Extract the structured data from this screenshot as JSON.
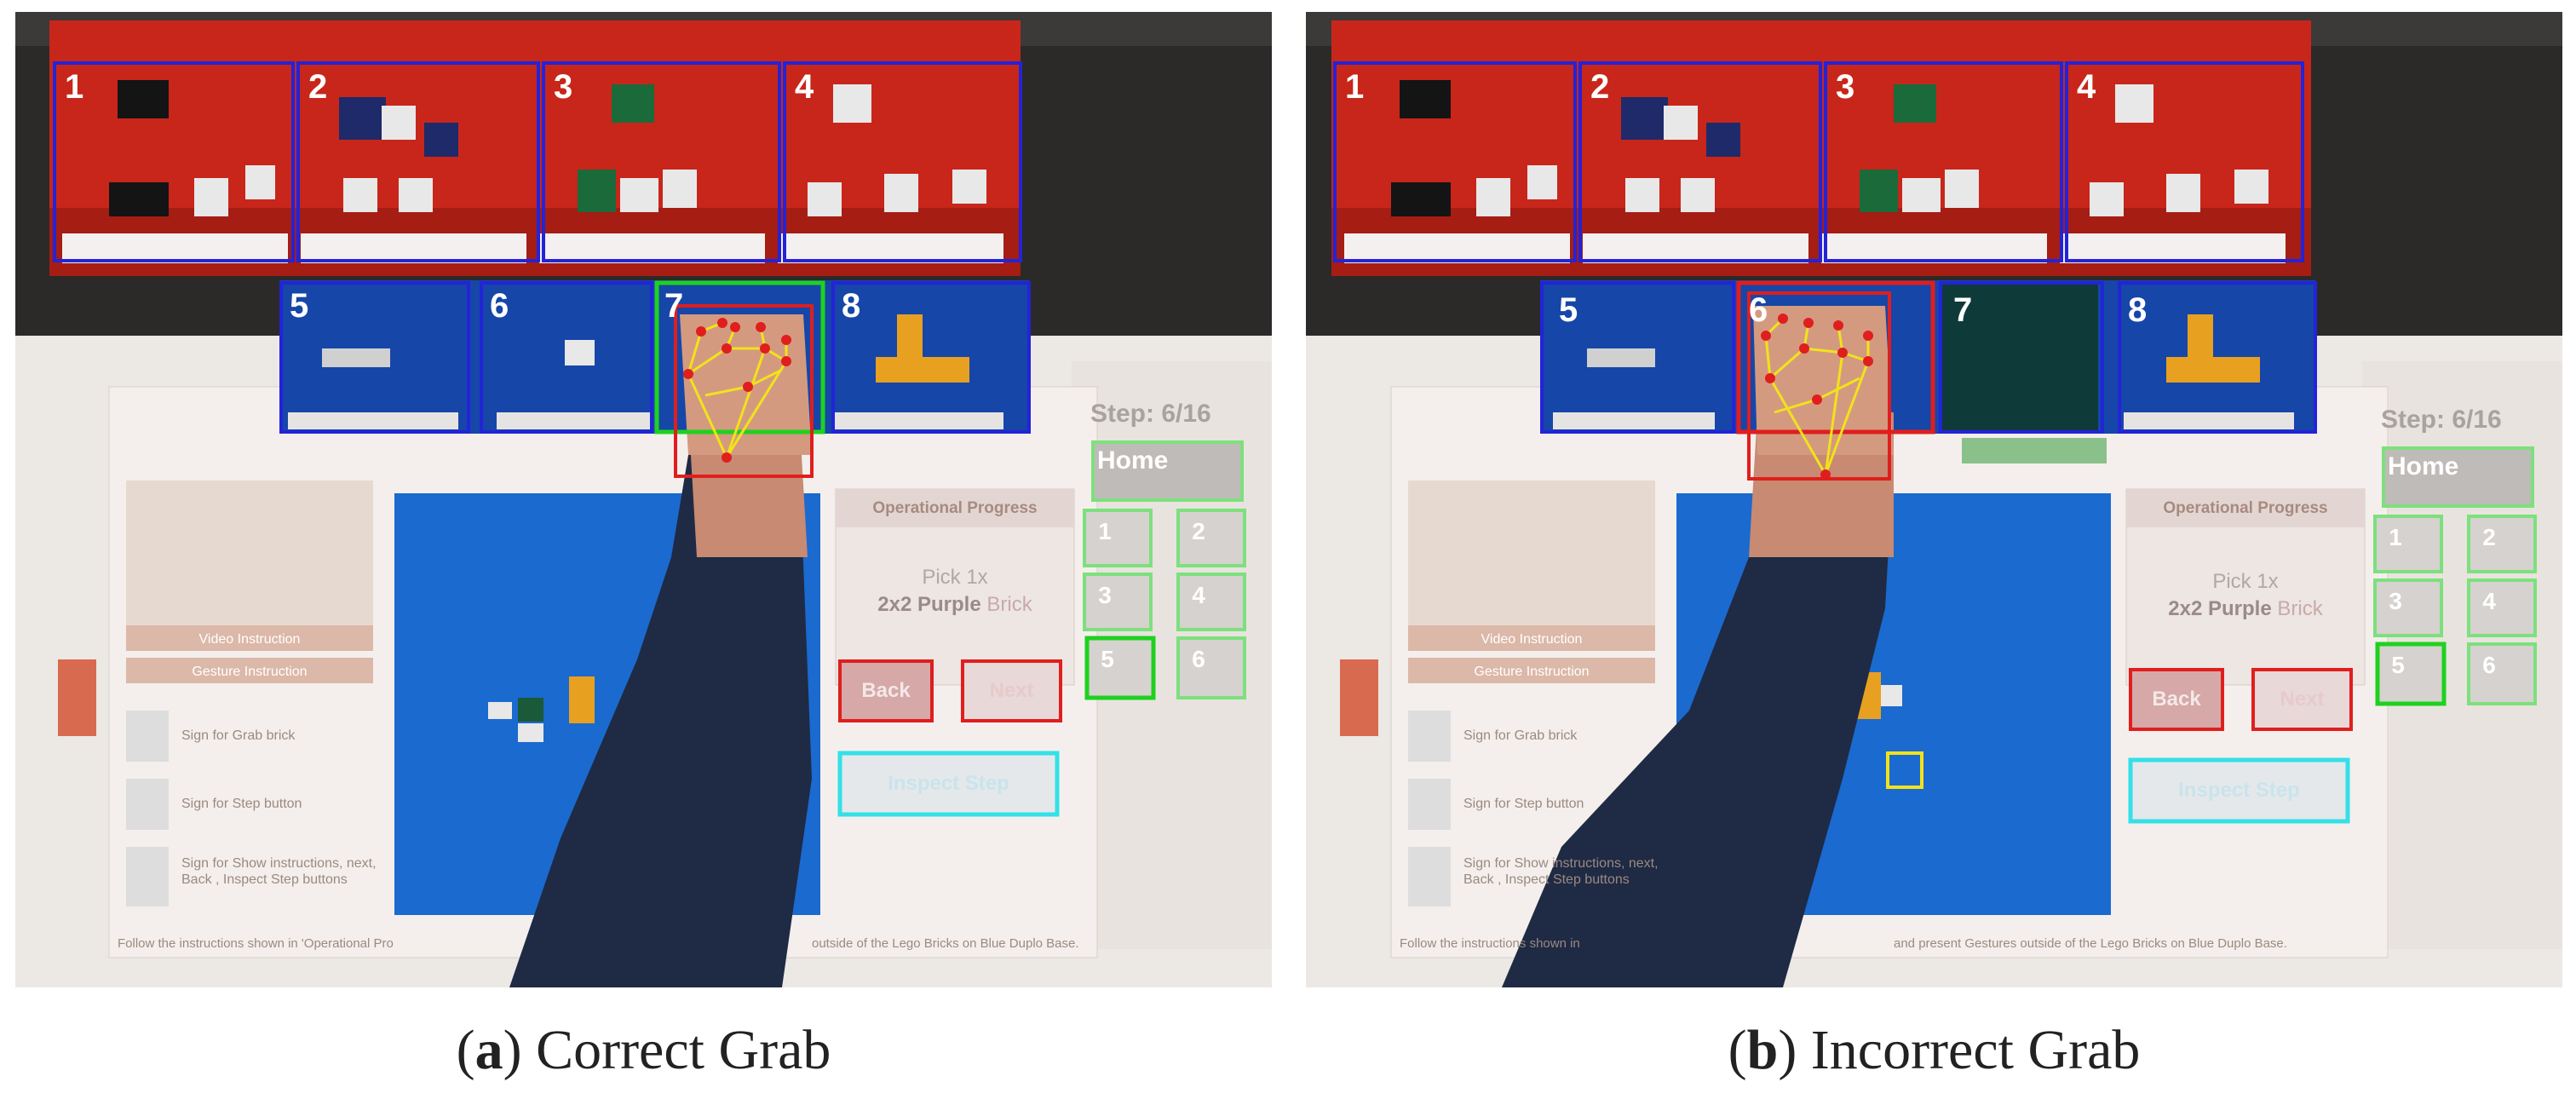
{
  "panels": [
    {
      "id": "a",
      "caption_letter": "a",
      "caption_text": "Correct Grab",
      "bins_top": [
        "1",
        "2",
        "3",
        "4"
      ],
      "bins_bottom": [
        "5",
        "6",
        "7",
        "8"
      ],
      "active_bin": "7",
      "step": "Step: 6/16",
      "home": "Home",
      "nav": [
        "1",
        "2",
        "3",
        "4",
        "5",
        "6"
      ],
      "active_nav": "5",
      "progress_title": "Operational Progress",
      "instruction_1": "Pick 1x",
      "instruction_2_a": "2x2 Purple ",
      "instruction_2_b": "Brick",
      "back": "Back",
      "next": "Next",
      "inspect": "Inspect Step",
      "side_items": [
        "Video Instruction",
        "Gesture Instruction",
        "Sign for Grab brick",
        "Sign for Step button",
        "Sign for Show instructions, next, Back , Inspect Step buttons"
      ],
      "footer": "Follow the instructions shown in 'Operational Pro",
      "footer_tail": "outside of the  Lego Bricks on Blue Duplo Base."
    },
    {
      "id": "b",
      "caption_letter": "b",
      "caption_text": "Incorrect Grab",
      "bins_top": [
        "1",
        "2",
        "3",
        "4"
      ],
      "bins_bottom": [
        "5",
        "6",
        "7",
        "8"
      ],
      "active_bin": "6",
      "step": "Step: 6/16",
      "home": "Home",
      "nav": [
        "1",
        "2",
        "3",
        "4",
        "5",
        "6"
      ],
      "active_nav": "5",
      "progress_title": "Operational Progress",
      "instruction_1": "Pick 1x",
      "instruction_2_a": "2x2 Purple ",
      "instruction_2_b": "Brick",
      "back": "Back",
      "next": "Next",
      "inspect": "Inspect Step",
      "side_items": [
        "Video Instruction",
        "Gesture Instruction",
        "Sign for Grab brick",
        "Sign for Step button",
        "Sign for Show instructions, next, Back , Inspect Step buttons"
      ],
      "footer": "Follow the instructions shown in",
      "footer_tail": "and present Gestures outside of the  Lego Bricks on Blue Duplo Base."
    }
  ],
  "colors": {
    "bin_box": "#2323d8",
    "correct": "#1fd11f",
    "incorrect": "#e01e1e",
    "hand_skeleton": "#f2e21a",
    "cyan": "#34e0e8",
    "red_bin": "#c8261a",
    "blue_bin": "#1646a8",
    "baseplate": "#1a6ad0"
  }
}
